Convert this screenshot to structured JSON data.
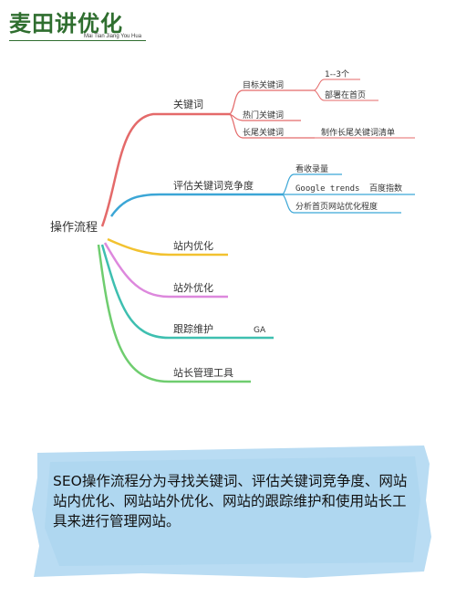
{
  "logo": {
    "title": "麦田讲优化",
    "subtitle": "Mai Tian Jiang You Hua"
  },
  "mindmap": {
    "root": "操作流程",
    "branches": {
      "keywords": {
        "label": "关键词",
        "color": "#e46a6a",
        "children": [
          {
            "label": "目标关键词",
            "leaves": [
              "1--3个",
              "部署在首页"
            ]
          },
          {
            "label": "热门关键词"
          },
          {
            "label": "长尾关键词",
            "leaves": [
              "制作长尾关键词清单"
            ]
          }
        ]
      },
      "competition": {
        "label": "评估关键词竞争度",
        "color": "#3ba6d6",
        "leaves": [
          "看收录量",
          "Google trends",
          "百度指数",
          "分析首页网站优化程度"
        ]
      },
      "onsite": {
        "label": "站内优化",
        "color": "#f2c230"
      },
      "offsite": {
        "label": "站外优化",
        "color": "#dd88dd"
      },
      "tracking": {
        "label": "跟踪维护",
        "color": "#3ebfb0",
        "leaves": [
          "GA"
        ]
      },
      "tools": {
        "label": "站长管理工具",
        "color": "#6fcd6f"
      }
    }
  },
  "caption": "SEO操作流程分为寻找关键词、评估关键词竞争度、网站站内优化、网站站外优化、网站的跟踪维护和使用站长工具来进行管理网站。"
}
